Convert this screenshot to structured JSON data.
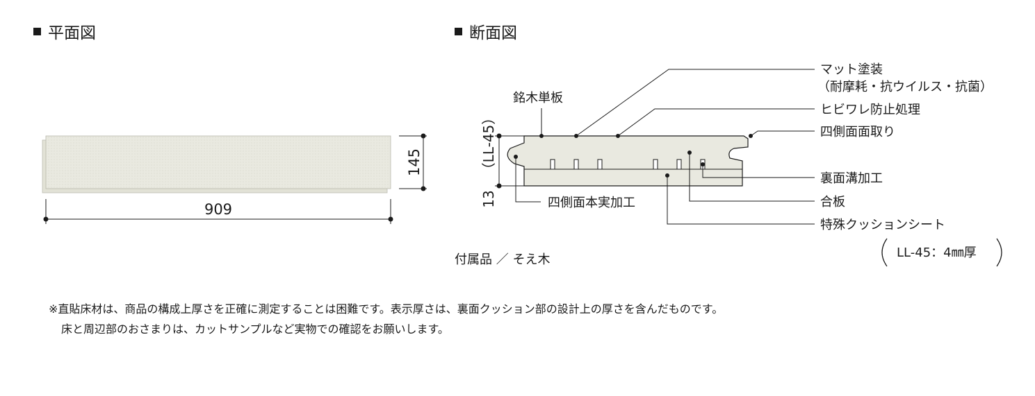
{
  "plan": {
    "title": "平面図",
    "dim_width": "909",
    "dim_height": "145"
  },
  "section": {
    "title": "断面図",
    "thickness_total": "13",
    "thickness_alt": "（LL-45）",
    "labels": {
      "meiboku": "銘木単板",
      "matt_line1": "マット塗装",
      "matt_line2": "（耐摩耗・抗ウイルス・抗菌）",
      "hibiware": "ヒビワレ防止処理",
      "mentori": "四側面面取り",
      "uramen": "裏面溝加工",
      "gouban": "合板",
      "cushion": "特殊クッションシート",
      "cushion_spec": "LL-45：4㎜厚",
      "honzane": "四側面本実加工"
    },
    "accessory": "付属品 ／ そえ木"
  },
  "notes": {
    "line1": "※直貼床材は、商品の構成上厚さを正確に測定することは困難です。表示厚さは、裏面クッション部の設計上の厚さを含んだものです。",
    "line2": "床と周辺部のおさまりは、カットサンプルなど実物での確認をお願いします。"
  },
  "colors": {
    "board": "#e9e9e0",
    "board_edge": "#e2e2d6",
    "line": "#1a1a1a"
  }
}
